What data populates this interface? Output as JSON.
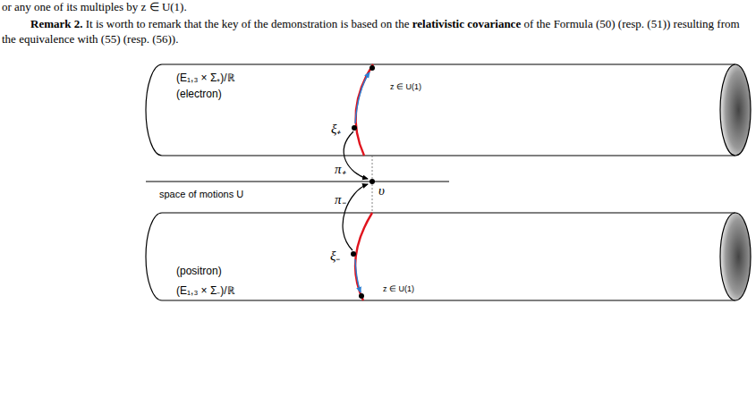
{
  "diagram": {
    "nodes": [
      {
        "text": [
          "(E₁,₃ × Σ₊)/ℝ",
          "(electron)"
        ]
      },
      {
        "text": [
          "(positron)",
          "(E₁,₃ × Σ₋)/ℝ"
        ]
      }
    ],
    "labels": [
      "or any one of its multiples by z ∈ U(1).",
      "Remark 2.",
      "It is worth to remark that the key of the demonstration is based on the",
      "relativistic covariance",
      "of the Formula (50) (resp. (51)) resulting from the equivalence with (55) (resp. (56)).",
      "z ∈ U(1)",
      "ξ₊",
      "π₊",
      "space of motions U",
      "υ",
      "π₋",
      "ξ₋",
      "z ∈ U(1)"
    ]
  }
}
